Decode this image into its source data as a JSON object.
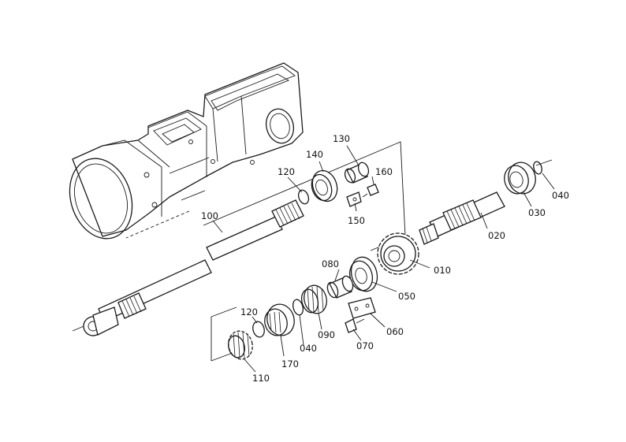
{
  "parts": [
    {
      "id": "p010",
      "num": "010"
    },
    {
      "id": "p020",
      "num": "020"
    },
    {
      "id": "p030",
      "num": "030"
    },
    {
      "id": "p040a",
      "num": "040"
    },
    {
      "id": "p040b",
      "num": "040"
    },
    {
      "id": "p050",
      "num": "050"
    },
    {
      "id": "p060",
      "num": "060"
    },
    {
      "id": "p070",
      "num": "070"
    },
    {
      "id": "p080",
      "num": "080"
    },
    {
      "id": "p090",
      "num": "090"
    },
    {
      "id": "p100",
      "num": "100"
    },
    {
      "id": "p110",
      "num": "110"
    },
    {
      "id": "p120a",
      "num": "120"
    },
    {
      "id": "p120b",
      "num": "120"
    },
    {
      "id": "p130",
      "num": "130"
    },
    {
      "id": "p140",
      "num": "140"
    },
    {
      "id": "p150",
      "num": "150"
    },
    {
      "id": "p160",
      "num": "160"
    },
    {
      "id": "p170",
      "num": "170"
    }
  ]
}
